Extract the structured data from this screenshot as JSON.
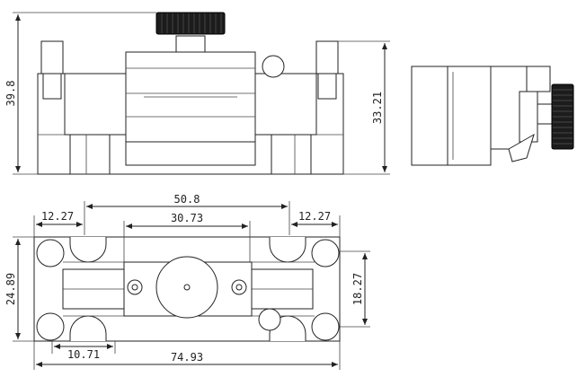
{
  "dimensions": {
    "front_height_total": "39.8",
    "front_height_body": "33.21",
    "top_width_span": "50.8",
    "top_width_center": "30.73",
    "top_left_offset": "12.27",
    "top_right_offset": "12.27",
    "top_height_total": "24.89",
    "top_height_inner": "18.27",
    "top_bottom_small": "10.71",
    "top_bottom_total": "74.93"
  },
  "icons": {
    "knob": "knurled-knob-icon",
    "screw": "screw-head-icon"
  },
  "colors": {
    "line": "#222222",
    "knob": "#1c1c1c",
    "background": "#ffffff"
  }
}
